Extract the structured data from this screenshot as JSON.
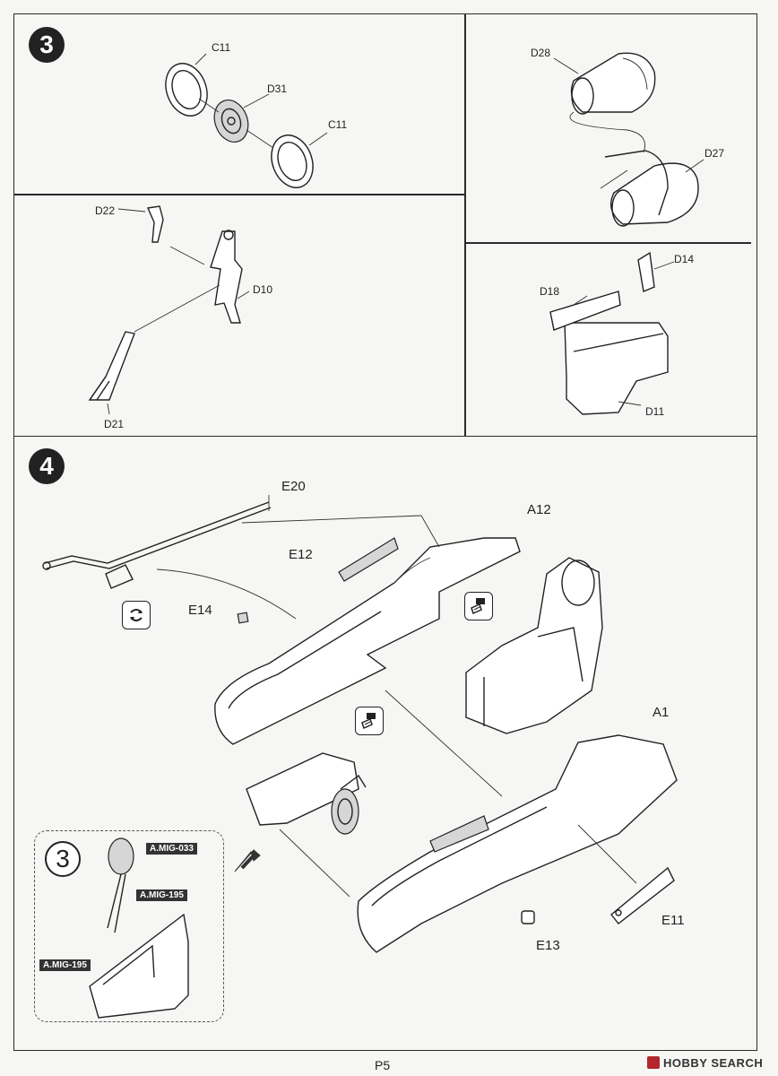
{
  "step3": {
    "number": "3",
    "wheel_parts": {
      "c11_top": "C11",
      "d31": "D31",
      "c11_bottom": "C11"
    },
    "engine_parts": {
      "d28": "D28",
      "d27": "D27"
    },
    "gear_parts": {
      "d22": "D22",
      "d10": "D10",
      "d21": "D21"
    },
    "box_parts": {
      "d14": "D14",
      "d18": "D18",
      "d11": "D11"
    }
  },
  "step4": {
    "number": "4",
    "parts": {
      "e20": "E20",
      "a12": "A12",
      "e12": "E12",
      "e14": "E14",
      "a1": "A1",
      "e11": "E11",
      "e13": "E13"
    },
    "callout": {
      "step_ref": "3",
      "paints": [
        "A.MIG-033",
        "A.MIG-195",
        "A.MIG-195"
      ]
    }
  },
  "footer": {
    "page": "P5",
    "watermark": "HOBBY SEARCH"
  }
}
